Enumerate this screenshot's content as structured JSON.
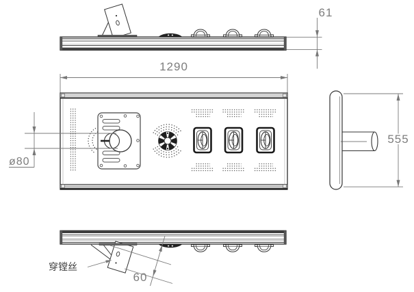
{
  "drawing": {
    "title_hint": "solar street light outline drawing",
    "dim_length": "1290",
    "dim_height": "61",
    "dim_width": "555",
    "dim_pole_diameter": "ø80",
    "dim_bracket": "60",
    "label_threading": "穿镗丝",
    "line_color": "#333333",
    "dim_color": "#7d7d7d"
  }
}
